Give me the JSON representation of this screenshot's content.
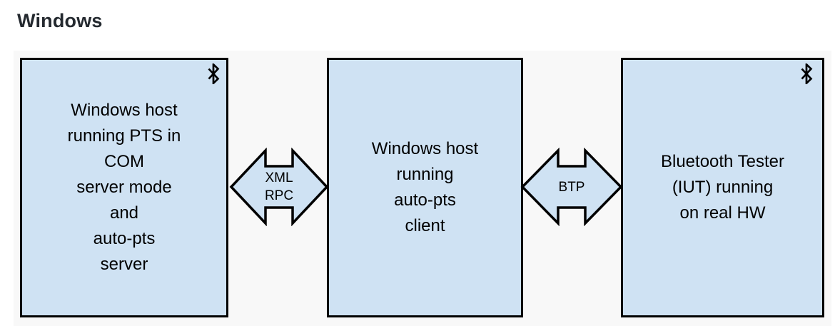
{
  "page": {
    "title": "Windows"
  },
  "colors": {
    "box_fill": "#cfe2f3",
    "box_border": "#000000",
    "diagram_background": "#f8f8f8",
    "page_background": "#ffffff",
    "title_color": "#24292f",
    "text_color": "#000000"
  },
  "diagram": {
    "boxes": [
      {
        "id": "pts-server-box",
        "has_bluetooth_icon": true,
        "lines": [
          "Windows host",
          "running PTS in",
          "COM",
          "server mode",
          "and",
          "auto-pts",
          "server"
        ]
      },
      {
        "id": "autopts-client-box",
        "has_bluetooth_icon": false,
        "lines": [
          "Windows host",
          "running",
          "auto-pts",
          "client"
        ]
      },
      {
        "id": "bluetooth-tester-box",
        "has_bluetooth_icon": true,
        "lines": [
          "Bluetooth Tester",
          "(IUT) running",
          "on real HW"
        ]
      }
    ],
    "connectors": [
      {
        "id": "xml-rpc-connector",
        "lines": [
          "XML",
          "RPC"
        ]
      },
      {
        "id": "btp-connector",
        "lines": [
          "BTP"
        ]
      }
    ],
    "icon_names": {
      "bluetooth": "bluetooth-icon"
    }
  }
}
